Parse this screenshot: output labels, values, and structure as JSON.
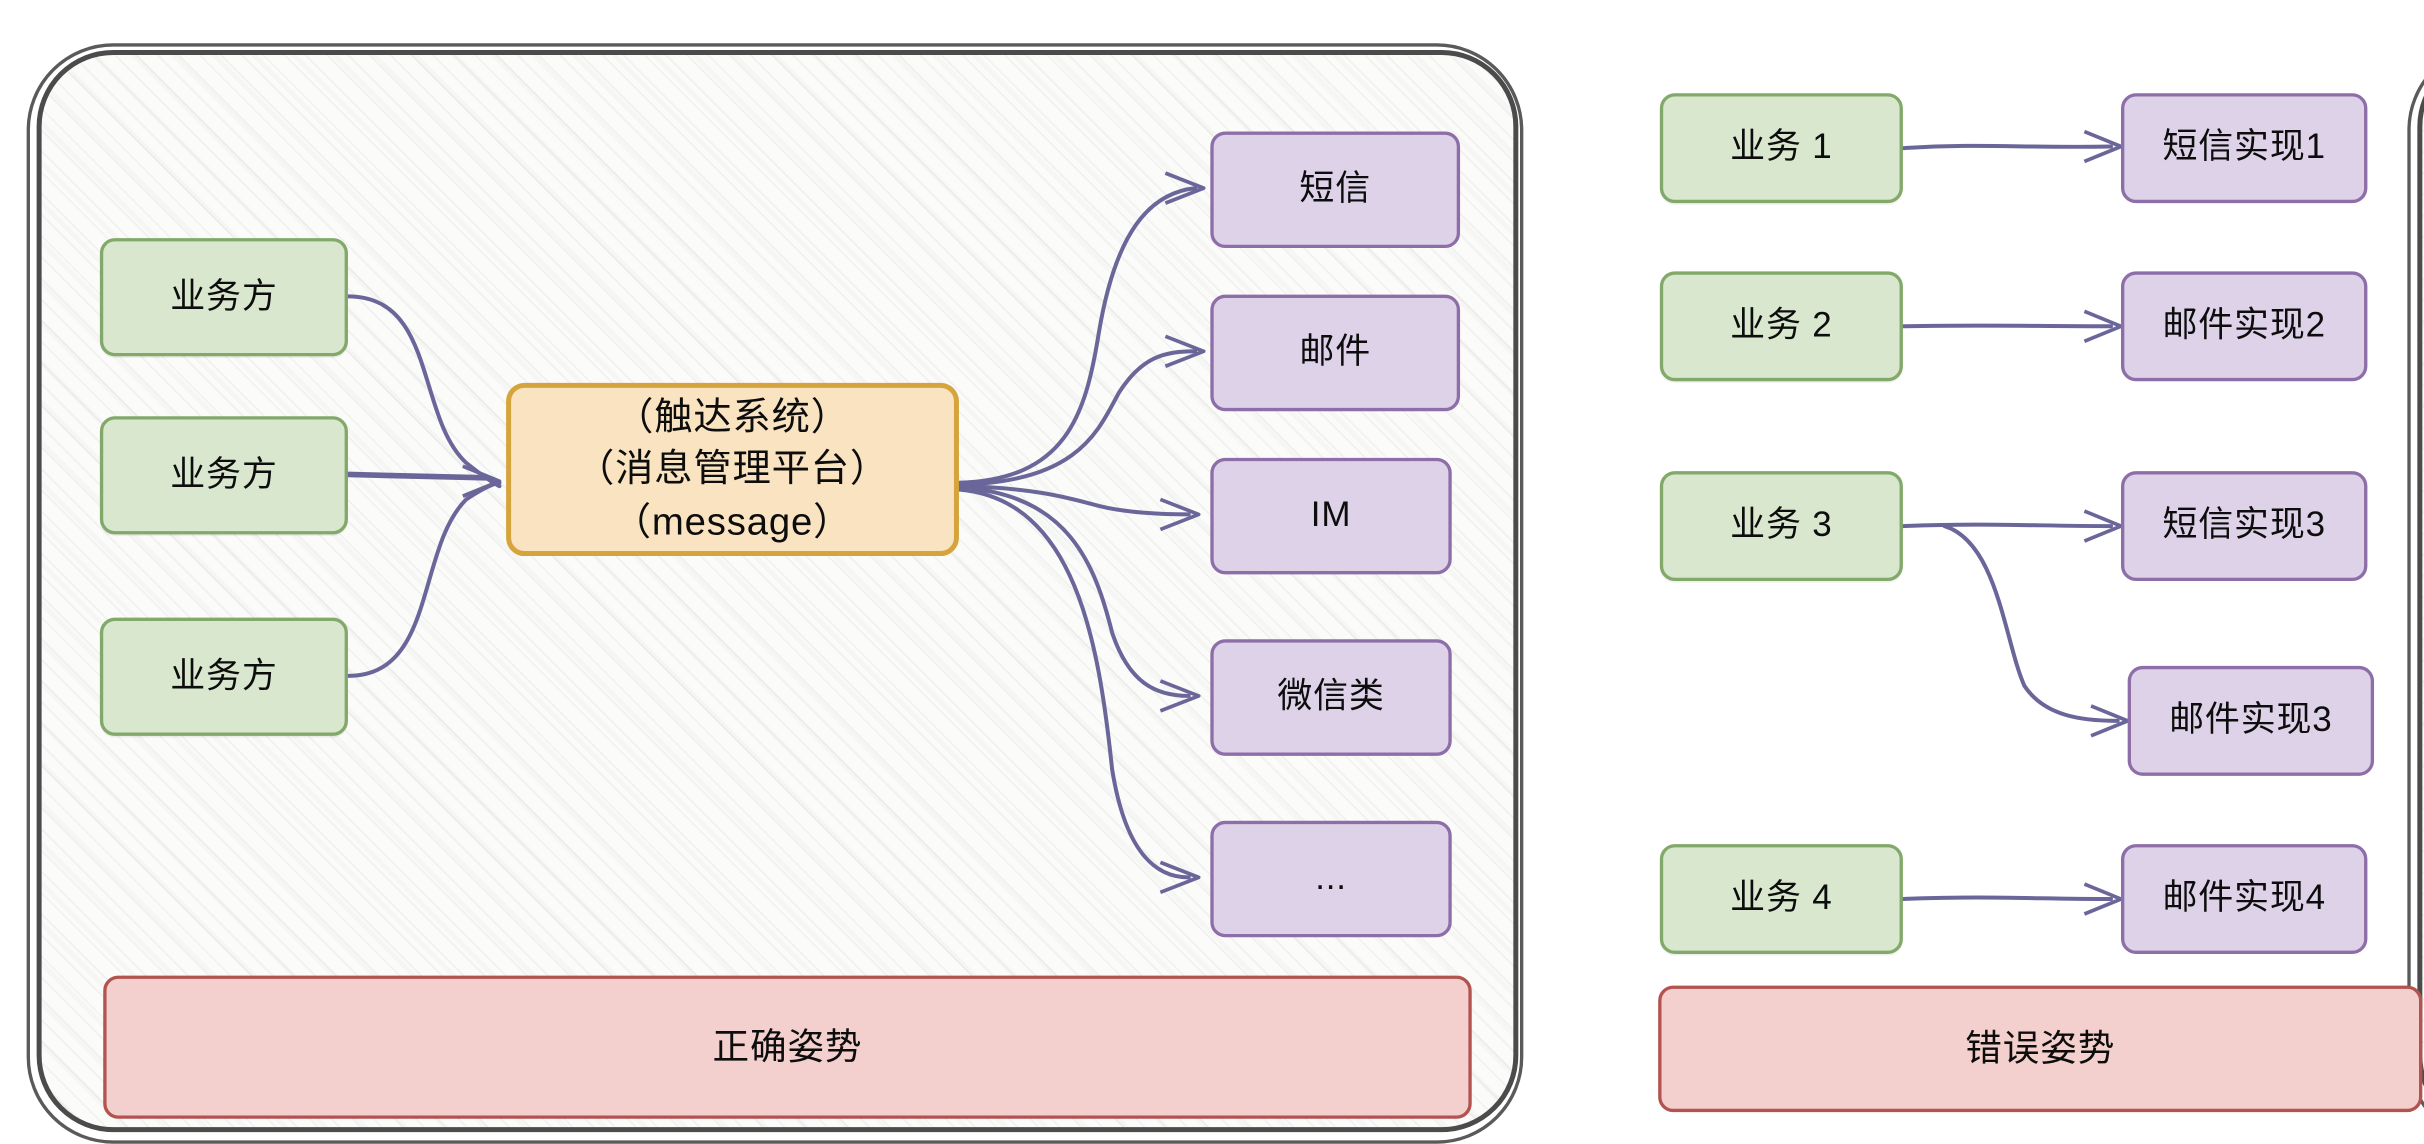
{
  "diagram": {
    "title_left": "正确姿势",
    "title_right": "错误姿势",
    "accent_colors": {
      "source_box_fill": "#d9e7ce",
      "source_box_border": "#82a96a",
      "channel_box_fill": "#ddd2e8",
      "channel_box_border": "#8e6ea8",
      "hub_box_fill": "#fae3c0",
      "hub_box_border": "#d6a43c",
      "caption_box_fill": "#f3cfcd",
      "caption_box_border": "#b3534f",
      "edge_color": "#6b6699",
      "panel_border": "#4b4b4b",
      "panel_fill": "#fbfbfa"
    }
  },
  "left_panel": {
    "name": "correct-approach-panel",
    "sources": [
      {
        "label": "业务方"
      },
      {
        "label": "业务方"
      },
      {
        "label": "业务方"
      }
    ],
    "hub": {
      "label": "（触达系统）\n（消息管理平台）",
      "line3": "（message）"
    },
    "channels": [
      {
        "label": "短信"
      },
      {
        "label": "邮件"
      },
      {
        "label": "IM"
      },
      {
        "label": "微信类"
      },
      {
        "label": "..."
      }
    ],
    "caption": "正确姿势"
  },
  "right_panel": {
    "name": "wrong-approach-panel",
    "sources": [
      {
        "label": "业务 1"
      },
      {
        "label": "业务 2"
      },
      {
        "label": "业务 3"
      },
      {
        "label": "业务 4"
      }
    ],
    "implementations": [
      {
        "label": "短信实现1"
      },
      {
        "label": "邮件实现2"
      },
      {
        "label": "短信实现3"
      },
      {
        "label": "邮件实现3"
      },
      {
        "label": "邮件实现4"
      }
    ],
    "caption": "错误姿势"
  }
}
